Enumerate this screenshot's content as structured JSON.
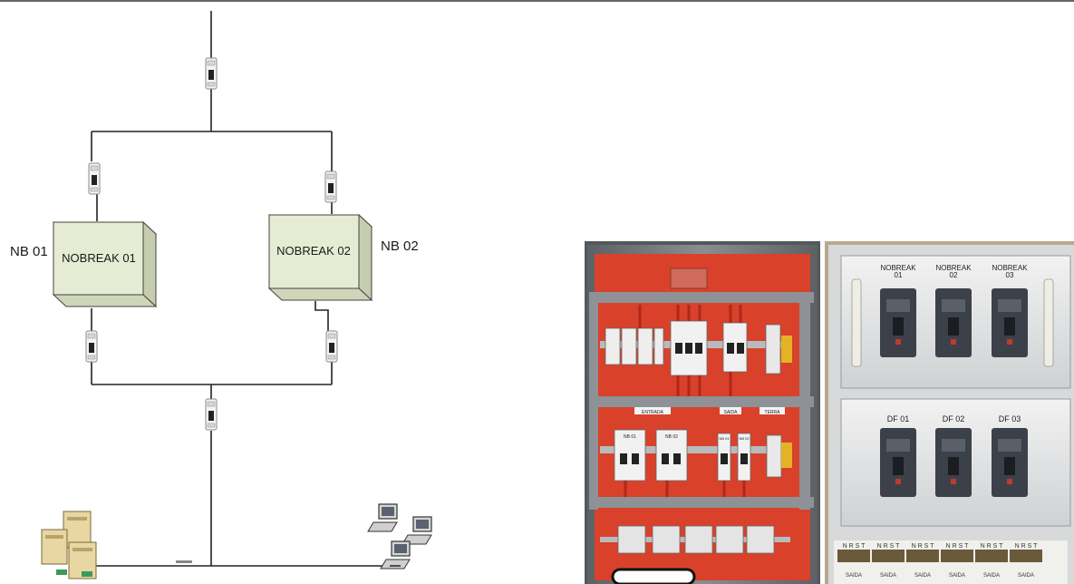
{
  "diagram": {
    "nb_left_tag": "NB 01",
    "nb_right_tag": "NB 02",
    "ups_1_label": "NOBREAK 01",
    "ups_2_label": "NOBREAK 02"
  },
  "panel_left": {
    "rail_labels": [
      "ENTRADA",
      "SAIDA",
      "TERRA"
    ],
    "breaker_labels": [
      "NB 01",
      "NB 02",
      "NB 01",
      "NB 02"
    ]
  },
  "panel_right": {
    "top_breakers": [
      {
        "line1": "NOBREAK",
        "line2": "01"
      },
      {
        "line1": "NOBREAK",
        "line2": "02"
      },
      {
        "line1": "NOBREAK",
        "line2": "03"
      }
    ],
    "bottom_breakers": [
      "DF 01",
      "DF 02",
      "DF 03"
    ],
    "terminal_letters": "N R S T",
    "terminal_out": "SAIDA"
  },
  "colors": {
    "ups_face": "#e6ecd3",
    "ups_side": "#c8d0b0",
    "panel_red": "#d9412b",
    "panel_frame": "#7d7f82",
    "panel_right_bg": "#e3e4e6",
    "breaker_dark": "#3c4149"
  }
}
